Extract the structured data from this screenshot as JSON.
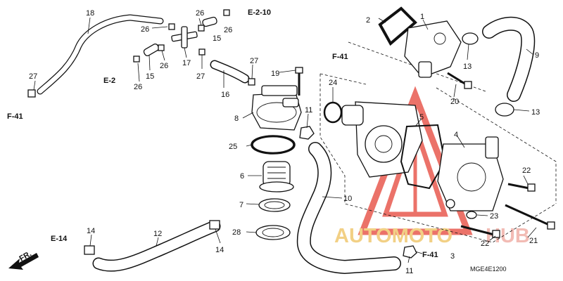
{
  "diagram": {
    "parts": [
      {
        "id": "p1",
        "text": "1"
      },
      {
        "id": "p2",
        "text": "2"
      },
      {
        "id": "p3",
        "text": "3"
      },
      {
        "id": "p4",
        "text": "4"
      },
      {
        "id": "p5",
        "text": "5"
      },
      {
        "id": "p6",
        "text": "6"
      },
      {
        "id": "p7",
        "text": "7"
      },
      {
        "id": "p8",
        "text": "8"
      },
      {
        "id": "p9",
        "text": "9"
      },
      {
        "id": "p10",
        "text": "10"
      },
      {
        "id": "p11a",
        "text": "11"
      },
      {
        "id": "p11b",
        "text": "11"
      },
      {
        "id": "p12",
        "text": "12"
      },
      {
        "id": "p13a",
        "text": "13"
      },
      {
        "id": "p13b",
        "text": "13"
      },
      {
        "id": "p14a",
        "text": "14"
      },
      {
        "id": "p14b",
        "text": "14"
      },
      {
        "id": "p15a",
        "text": "15"
      },
      {
        "id": "p15b",
        "text": "15"
      },
      {
        "id": "p16",
        "text": "16"
      },
      {
        "id": "p17",
        "text": "17"
      },
      {
        "id": "p18",
        "text": "18"
      },
      {
        "id": "p19",
        "text": "19"
      },
      {
        "id": "p20",
        "text": "20"
      },
      {
        "id": "p21",
        "text": "21"
      },
      {
        "id": "p22a",
        "text": "22"
      },
      {
        "id": "p22b",
        "text": "22"
      },
      {
        "id": "p23",
        "text": "23"
      },
      {
        "id": "p24",
        "text": "24"
      },
      {
        "id": "p25",
        "text": "25"
      },
      {
        "id": "p26a",
        "text": "26"
      },
      {
        "id": "p26b",
        "text": "26"
      },
      {
        "id": "p26c",
        "text": "26"
      },
      {
        "id": "p26d",
        "text": "26"
      },
      {
        "id": "p26e",
        "text": "26"
      },
      {
        "id": "p27a",
        "text": "27"
      },
      {
        "id": "p27b",
        "text": "27"
      },
      {
        "id": "p27c",
        "text": "27"
      },
      {
        "id": "p28",
        "text": "28"
      }
    ],
    "refs": [
      {
        "id": "r_e210",
        "text": "E-2-10"
      },
      {
        "id": "r_e2",
        "text": "E-2"
      },
      {
        "id": "r_f41a",
        "text": "F-41"
      },
      {
        "id": "r_f41b",
        "text": "F-41"
      },
      {
        "id": "r_f41c",
        "text": "F-41"
      },
      {
        "id": "r_e14",
        "text": "E-14"
      },
      {
        "id": "r_fr",
        "text": "FR."
      }
    ],
    "code": "MGE4E1200"
  },
  "watermark": {
    "part1": "AUTOMOTO",
    "part2": "HUB",
    "color1": "#f0c870",
    "color2": "#f0b0a8",
    "triangle_color": "#e85a50"
  }
}
